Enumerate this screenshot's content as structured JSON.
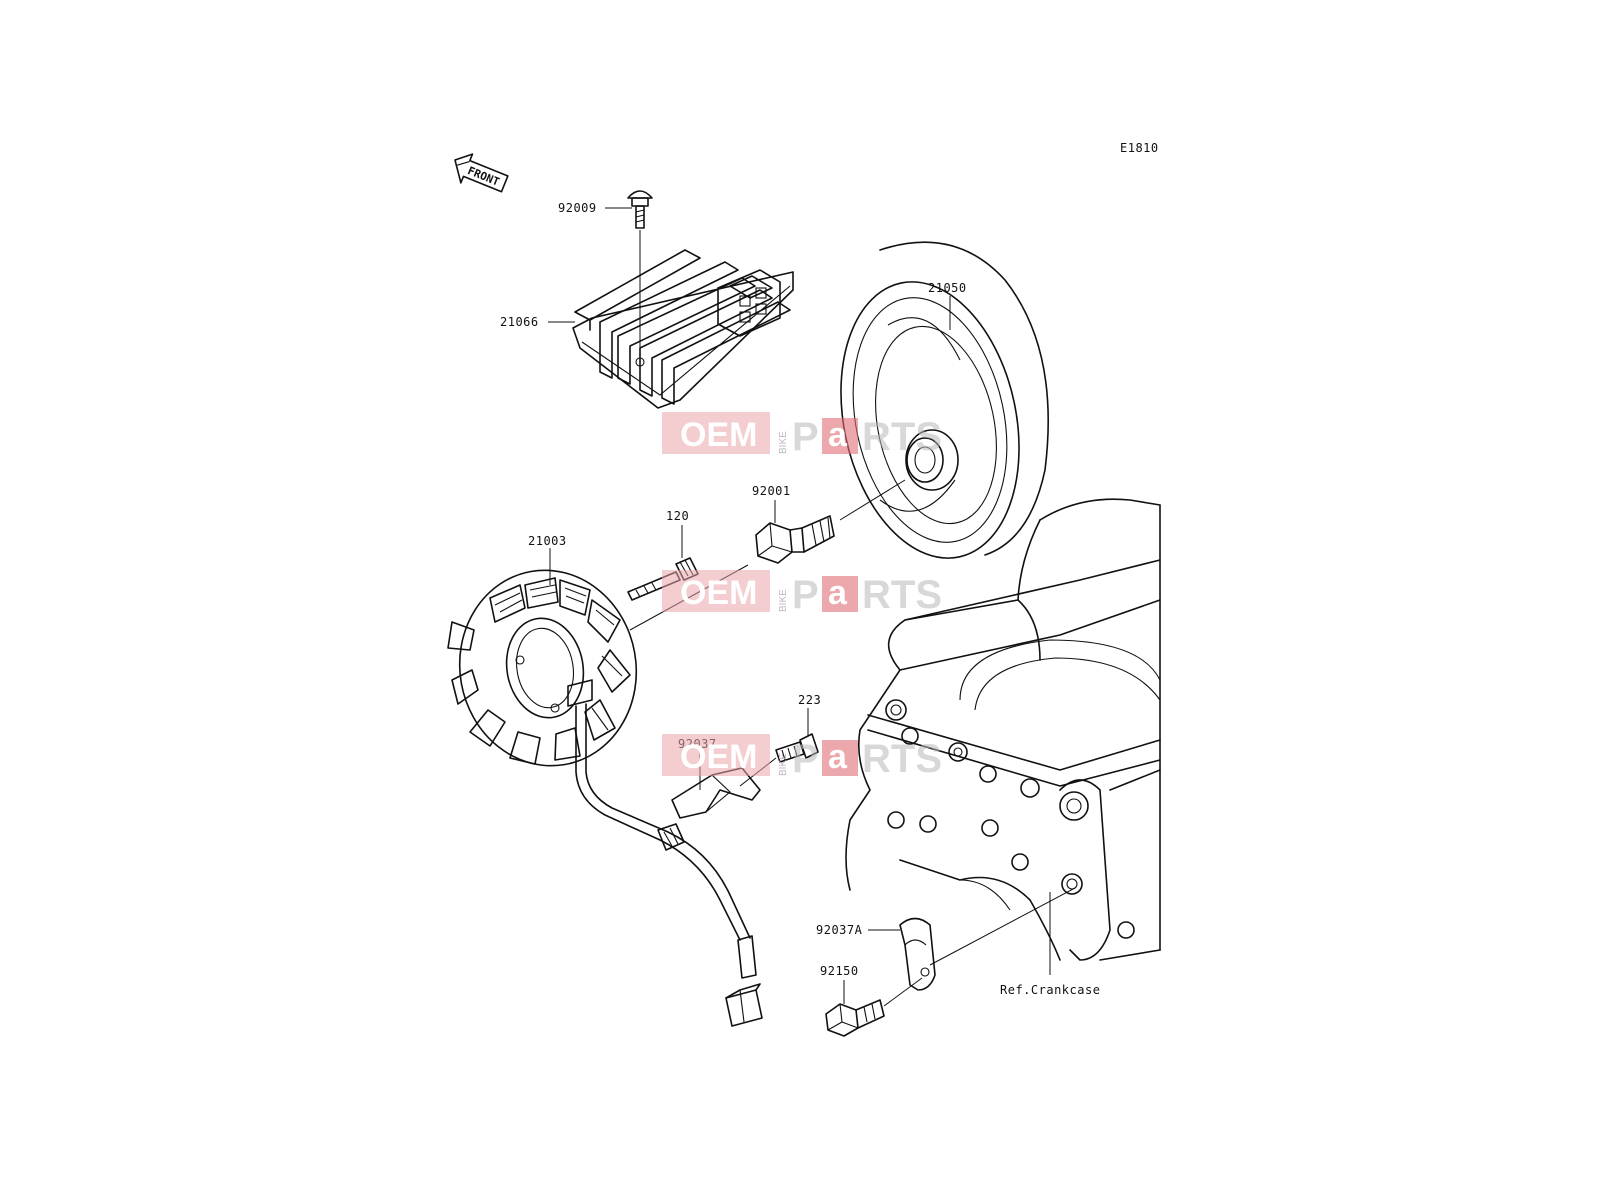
{
  "diagram_code": "E1810",
  "front_label": "FRONT",
  "parts": {
    "p92009": "92009",
    "p21066": "21066",
    "p21050": "21050",
    "p92001": "92001",
    "p120": "120",
    "p21003": "21003",
    "p223": "223",
    "p92037": "92037",
    "p92037A": "92037A",
    "p92150": "92150"
  },
  "ref_crankcase": "Ref.Crankcase",
  "watermark": {
    "oem": "OEM",
    "bike": "BIKE",
    "parts_p": "P",
    "parts_a": "a",
    "parts_rts": "RTS"
  },
  "colors": {
    "line": "#111111",
    "watermark_red": "#e9a4a8",
    "watermark_grey": "#b9b9b9"
  }
}
